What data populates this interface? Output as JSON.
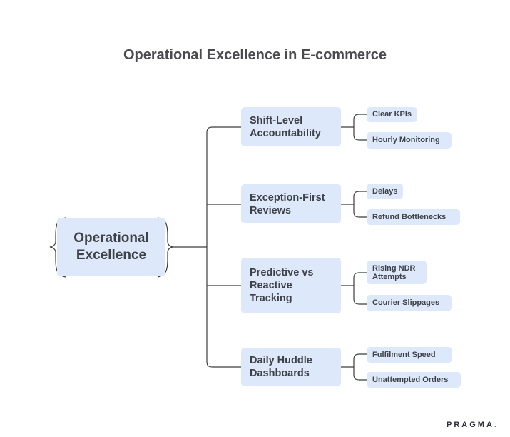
{
  "title": "Operational Excellence in E-commerce",
  "root": {
    "label": "Operational Excellence"
  },
  "branches": [
    {
      "label": "Shift-Level Accountability",
      "children": [
        "Clear KPIs",
        "Hourly Monitoring"
      ]
    },
    {
      "label": "Exception-First Reviews",
      "children": [
        "Delays",
        "Refund Bottlenecks"
      ]
    },
    {
      "label": "Predictive vs Reactive Tracking",
      "children": [
        "Rising NDR Attempts",
        "Courier Slippages"
      ]
    },
    {
      "label": "Daily Huddle Dashboards",
      "children": [
        "Fulfilment Speed",
        "Unattempted Orders"
      ]
    }
  ],
  "logo": {
    "text": "PRAGMA",
    "dot": "."
  },
  "colors": {
    "box": "#dde9fa",
    "line": "#3c3c3c",
    "text": "#3f4148"
  }
}
